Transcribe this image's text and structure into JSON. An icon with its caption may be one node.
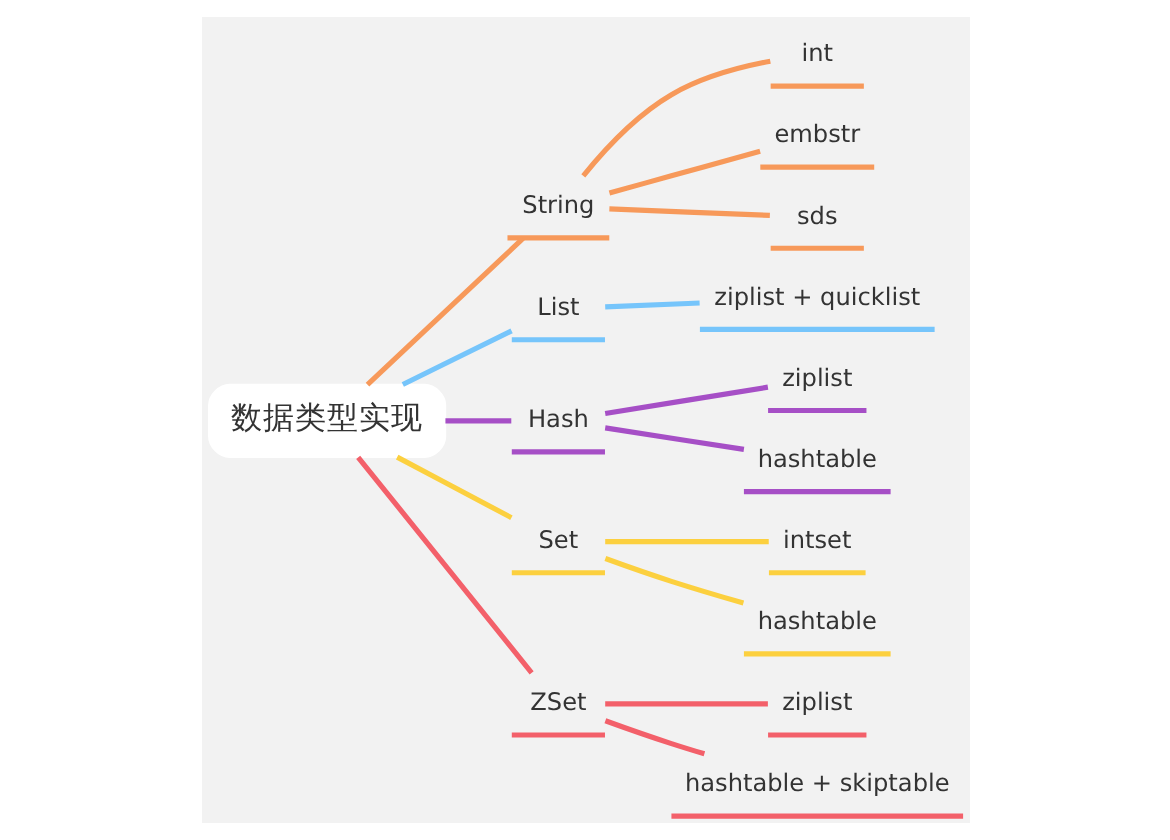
{
  "diagram": {
    "nodes": [
      {
        "text": [
          "数据类型实现"
        ]
      },
      {
        "text": [
          "String"
        ]
      },
      {
        "text": [
          "int"
        ]
      },
      {
        "text": [
          "embstr"
        ]
      },
      {
        "text": [
          "sds"
        ]
      },
      {
        "text": [
          "List"
        ]
      },
      {
        "text": [
          "ziplist + quicklist"
        ]
      },
      {
        "text": [
          "Hash"
        ]
      },
      {
        "text": [
          "ziplist"
        ]
      },
      {
        "text": [
          "hashtable"
        ]
      },
      {
        "text": [
          "Set"
        ]
      },
      {
        "text": [
          "intset"
        ]
      },
      {
        "text": [
          "hashtable"
        ]
      },
      {
        "text": [
          "ZSet"
        ]
      },
      {
        "text": [
          "ziplist"
        ]
      },
      {
        "text": [
          "hashtable + skiptable"
        ]
      }
    ],
    "edges": [
      {
        "from": 0,
        "to": 1,
        "arrow": "none",
        "color": "#f7995a"
      },
      {
        "from": 1,
        "to": 2,
        "arrow": "none",
        "color": "#f7995a"
      },
      {
        "from": 1,
        "to": 3,
        "arrow": "none",
        "color": "#f7995a"
      },
      {
        "from": 1,
        "to": 4,
        "arrow": "none",
        "color": "#f7995a"
      },
      {
        "from": 0,
        "to": 5,
        "arrow": "none",
        "color": "#76c5fb"
      },
      {
        "from": 5,
        "to": 6,
        "arrow": "none",
        "color": "#76c5fb"
      },
      {
        "from": 0,
        "to": 7,
        "arrow": "none",
        "color": "#a64fc6"
      },
      {
        "from": 7,
        "to": 8,
        "arrow": "none",
        "color": "#a64fc6"
      },
      {
        "from": 7,
        "to": 9,
        "arrow": "none",
        "color": "#a64fc6"
      },
      {
        "from": 0,
        "to": 10,
        "arrow": "none",
        "color": "#fcd03f"
      },
      {
        "from": 10,
        "to": 11,
        "arrow": "none",
        "color": "#fcd03f"
      },
      {
        "from": 10,
        "to": 12,
        "arrow": "none",
        "color": "#fcd03f"
      },
      {
        "from": 0,
        "to": 13,
        "arrow": "none",
        "color": "#f3606a"
      },
      {
        "from": 13,
        "to": 14,
        "arrow": "none",
        "color": "#f3606a"
      },
      {
        "from": 13,
        "to": 15,
        "arrow": "none",
        "color": "#f3606a"
      }
    ]
  }
}
